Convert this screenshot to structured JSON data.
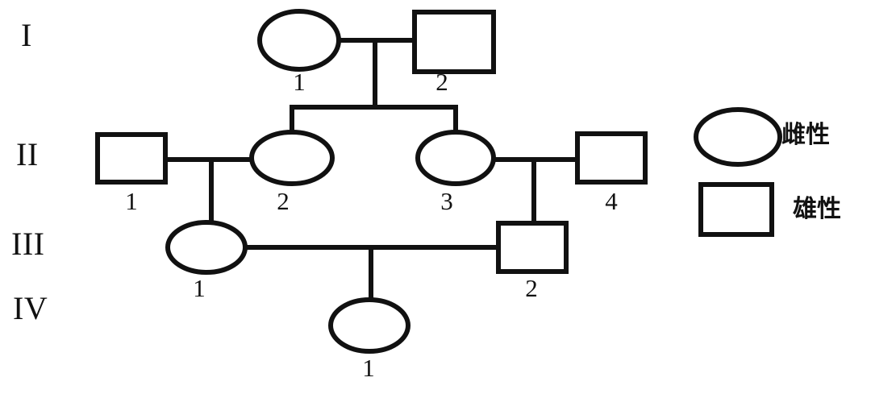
{
  "diagram": {
    "type": "pedigree-chart",
    "stroke_color": "#111111",
    "background_color": "#ffffff",
    "stroke_width": 6,
    "generation_labels": [
      {
        "id": "gen-I",
        "text": "I"
      },
      {
        "id": "gen-II",
        "text": "II"
      },
      {
        "id": "gen-III",
        "text": "III"
      },
      {
        "id": "gen-IV",
        "text": "IV"
      }
    ],
    "individuals": [
      {
        "id": "I-1",
        "generation": "I",
        "number": "1",
        "sex": "female",
        "shape": "circle"
      },
      {
        "id": "I-2",
        "generation": "I",
        "number": "2",
        "sex": "male",
        "shape": "square"
      },
      {
        "id": "II-1",
        "generation": "II",
        "number": "1",
        "sex": "male",
        "shape": "square"
      },
      {
        "id": "II-2",
        "generation": "II",
        "number": "2",
        "sex": "female",
        "shape": "circle"
      },
      {
        "id": "II-3",
        "generation": "II",
        "number": "3",
        "sex": "female",
        "shape": "circle"
      },
      {
        "id": "II-4",
        "generation": "II",
        "number": "4",
        "sex": "male",
        "shape": "square"
      },
      {
        "id": "III-1",
        "generation": "III",
        "number": "1",
        "sex": "female",
        "shape": "circle"
      },
      {
        "id": "III-2",
        "generation": "III",
        "number": "2",
        "sex": "male",
        "shape": "square"
      },
      {
        "id": "IV-1",
        "generation": "IV",
        "number": "1",
        "sex": "female",
        "shape": "circle"
      }
    ],
    "matings": [
      {
        "id": "mating-I-1-x-I-2",
        "partners": [
          "I-1",
          "I-2"
        ],
        "children": [
          "II-2",
          "II-3"
        ]
      },
      {
        "id": "mating-II-1-x-II-2",
        "partners": [
          "II-1",
          "II-2"
        ],
        "children": [
          "III-1"
        ]
      },
      {
        "id": "mating-II-3-x-II-4",
        "partners": [
          "II-3",
          "II-4"
        ],
        "children": [
          "III-2"
        ]
      },
      {
        "id": "mating-III-1-x-III-2",
        "partners": [
          "III-1",
          "III-2"
        ],
        "children": [
          "IV-1"
        ]
      }
    ]
  },
  "legend": {
    "items": [
      {
        "id": "legend-female",
        "shape": "circle",
        "label": "雌性"
      },
      {
        "id": "legend-male",
        "shape": "square",
        "label": "雄性"
      }
    ]
  }
}
